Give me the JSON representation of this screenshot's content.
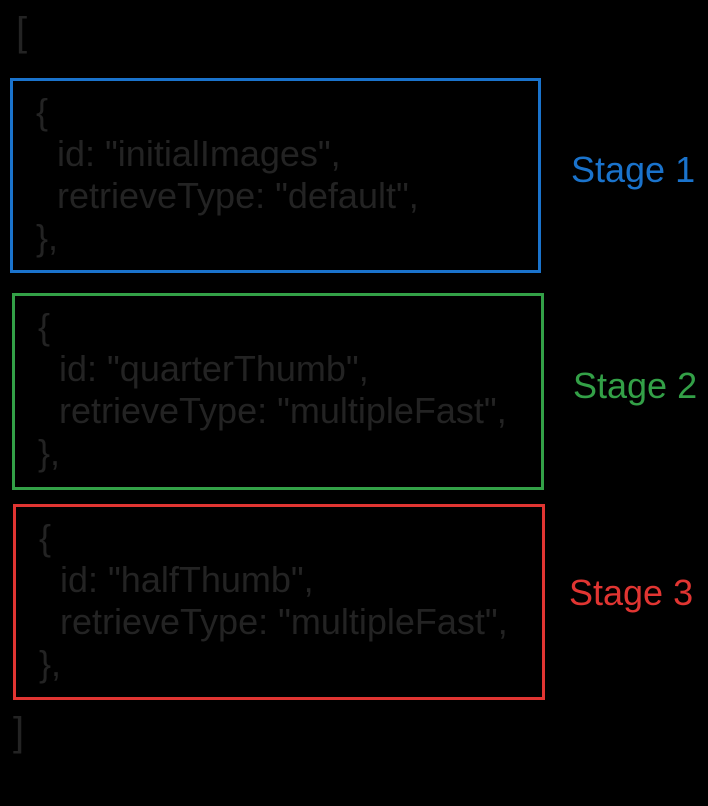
{
  "canvas": {
    "background": "#000000"
  },
  "code_text_color": "#232323",
  "array": {
    "open_bracket": "[",
    "close_bracket": "]"
  },
  "stages": [
    {
      "label": "Stage 1",
      "color": "#1a73cc",
      "lines": [
        "{",
        "id: \"initialImages\",",
        "retrieveType: \"default\",",
        "},"
      ]
    },
    {
      "label": "Stage 2",
      "color": "#33a047",
      "lines": [
        "{",
        "id: \"quarterThumb\",",
        "retrieveType: \"multipleFast\",",
        "},"
      ]
    },
    {
      "label": "Stage 3",
      "color": "#e13532",
      "lines": [
        "{",
        "id: \"halfThumb\",",
        "retrieveType: \"multipleFast\",",
        "},"
      ]
    }
  ]
}
